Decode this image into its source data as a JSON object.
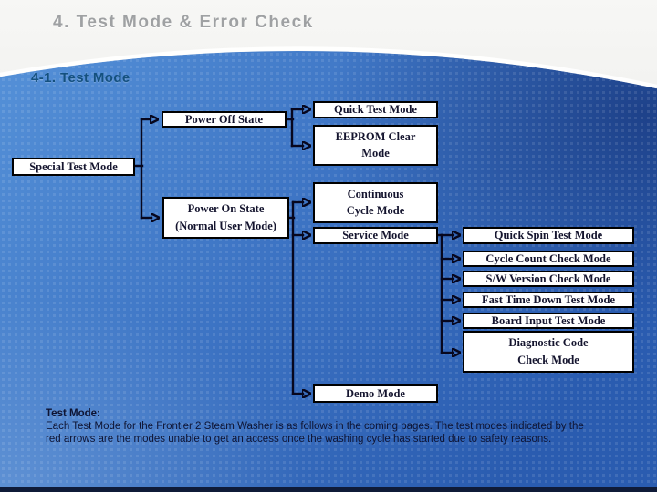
{
  "slide": {
    "title": "4. Test Mode & Error Check",
    "subtitle": "4-1. Test Mode"
  },
  "diagram": {
    "special_test_mode": "Special Test Mode",
    "power_off_state": "Power Off State",
    "quick_test_mode": "Quick Test Mode",
    "eeprom_clear_line1": "EEPROM Clear",
    "eeprom_clear_line2": "Mode",
    "continuous_line1": "Continuous",
    "continuous_line2": "Cycle Mode",
    "power_on_line1": "Power On State",
    "power_on_line2": "(Normal User Mode)",
    "service_mode": "Service Mode",
    "quick_spin_test_mode": "Quick Spin Test Mode",
    "cycle_count_check_mode": "Cycle Count Check Mode",
    "sw_version_check_mode": "S/W Version Check Mode",
    "fast_time_down_test_mode": "Fast Time Down Test Mode",
    "board_input_test_mode": "Board Input Test Mode",
    "diagnostic_line1": "Diagnostic Code",
    "diagnostic_line2": "Check Mode",
    "demo_mode": "Demo Mode"
  },
  "footer": {
    "heading": "Test Mode:",
    "line1": "Each Test Mode for the Frontier 2 Steam Washer is as follows in the coming pages.  The test modes indicated by the",
    "line2": "red arrows are the modes unable to get an access once the washing cycle has started due to safety reasons."
  },
  "colors": {
    "title_gray": "#9fa1a3",
    "subtitle_blue": "#14507e",
    "blue_light": "#5591d8",
    "blue_mid": "#3d74c4",
    "blue_dark": "#2a5cb0",
    "connector": "#07071e",
    "box_border": "#000000",
    "box_fill": "#ffffff",
    "box_text": "#14142e",
    "bottom_bar": "#0f1b38"
  }
}
